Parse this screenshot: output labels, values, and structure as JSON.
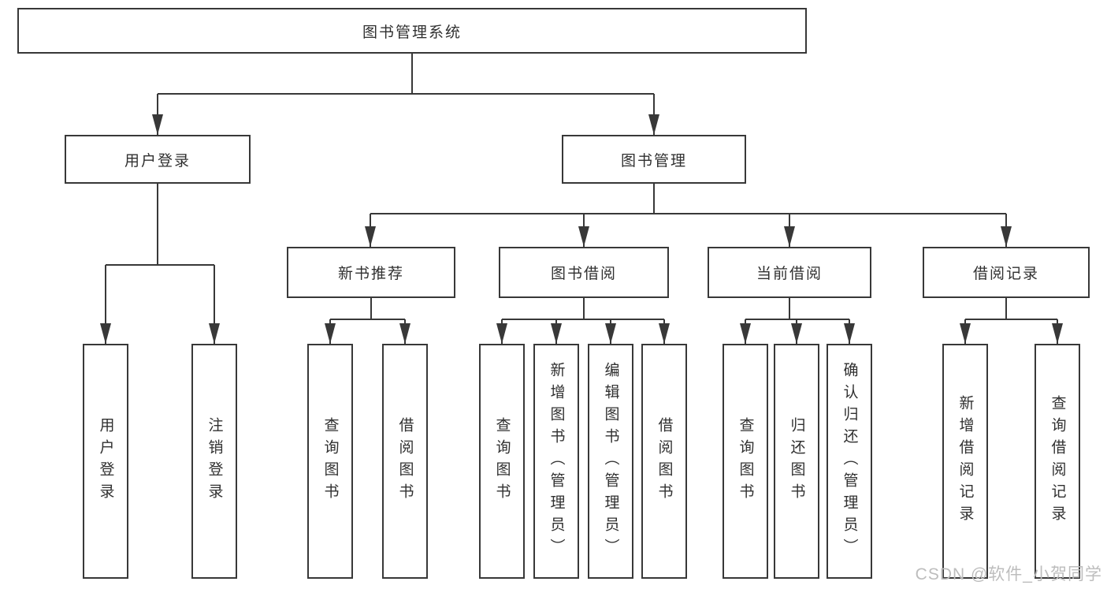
{
  "diagram": {
    "title": "图书管理系统",
    "nodes": {
      "root": {
        "label": "图书管理系统"
      },
      "level1": [
        {
          "label": "用户登录"
        },
        {
          "label": "图书管理"
        }
      ],
      "level2": [
        {
          "label": "新书推荐"
        },
        {
          "label": "图书借阅"
        },
        {
          "label": "当前借阅"
        },
        {
          "label": "借阅记录"
        }
      ],
      "leaves": [
        {
          "label": "用户登录"
        },
        {
          "label": "注销登录"
        },
        {
          "label": "查询图书"
        },
        {
          "label": "借阅图书"
        },
        {
          "label": "查询图书"
        },
        {
          "label": "新增图书（管理员）"
        },
        {
          "label": "编辑图书（管理员）"
        },
        {
          "label": "借阅图书"
        },
        {
          "label": "查询图书"
        },
        {
          "label": "归还图书"
        },
        {
          "label": "确认归还（管理员）"
        },
        {
          "label": "新增借阅记录"
        },
        {
          "label": "查询借阅记录"
        }
      ]
    },
    "edges": [
      [
        "图书管理系统",
        "用户登录"
      ],
      [
        "图书管理系统",
        "图书管理"
      ],
      [
        "用户登录",
        "用户登录(叶)"
      ],
      [
        "用户登录",
        "注销登录"
      ],
      [
        "图书管理",
        "新书推荐"
      ],
      [
        "图书管理",
        "图书借阅"
      ],
      [
        "图书管理",
        "当前借阅"
      ],
      [
        "图书管理",
        "借阅记录"
      ],
      [
        "新书推荐",
        "查询图书"
      ],
      [
        "新书推荐",
        "借阅图书"
      ],
      [
        "图书借阅",
        "查询图书"
      ],
      [
        "图书借阅",
        "新增图书（管理员）"
      ],
      [
        "图书借阅",
        "编辑图书（管理员）"
      ],
      [
        "图书借阅",
        "借阅图书"
      ],
      [
        "当前借阅",
        "查询图书"
      ],
      [
        "当前借阅",
        "归还图书"
      ],
      [
        "当前借阅",
        "确认归还（管理员）"
      ],
      [
        "借阅记录",
        "新增借阅记录"
      ],
      [
        "借阅记录",
        "查询借阅记录"
      ]
    ],
    "watermark": {
      "text": "CSDN @软件_小贺同学"
    }
  },
  "colors": {
    "line": "#383838",
    "text": "#303030",
    "watermark": "#bdbdbd",
    "background": "#ffffff"
  }
}
